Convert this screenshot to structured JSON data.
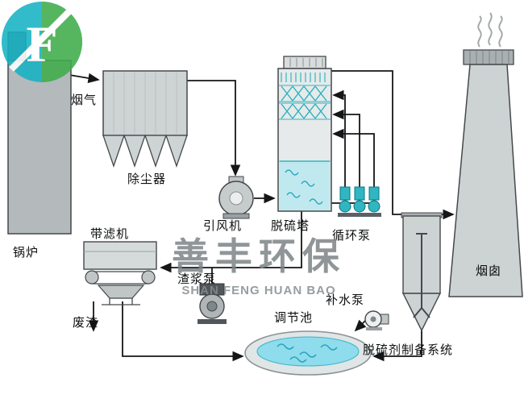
{
  "diagram": {
    "labels": {
      "boiler": "锅炉",
      "flue_gas": "烟气",
      "dust_collector": "除尘器",
      "id_fan": "引风机",
      "fgd_tower": "脱硫塔",
      "circulation_pump": "循环泵",
      "chimney": "烟囱",
      "belt_filter": "带滤机",
      "slurry_pump": "渣浆泵",
      "waste_residue": "废渣",
      "regulating_tank": "调节池",
      "makeup_water_pump": "补水泵",
      "desulfurizer_prep_system": "脱硫剂制备系统"
    }
  },
  "watermark": {
    "logo_letter": "F",
    "name_cn": "善丰环保",
    "name_en": "SHAN FENG HUAN BAO"
  },
  "colors": {
    "pump_teal": "#2fb6c2",
    "pump_teal_dark": "#0d7580",
    "water_blue": "#bfe9ef",
    "pool_blue": "#8edcec",
    "logo_teal": "#16b2c4",
    "logo_green": "#3fad4a",
    "line_black": "#141617",
    "equipment_gray": "#ccd1d2"
  }
}
